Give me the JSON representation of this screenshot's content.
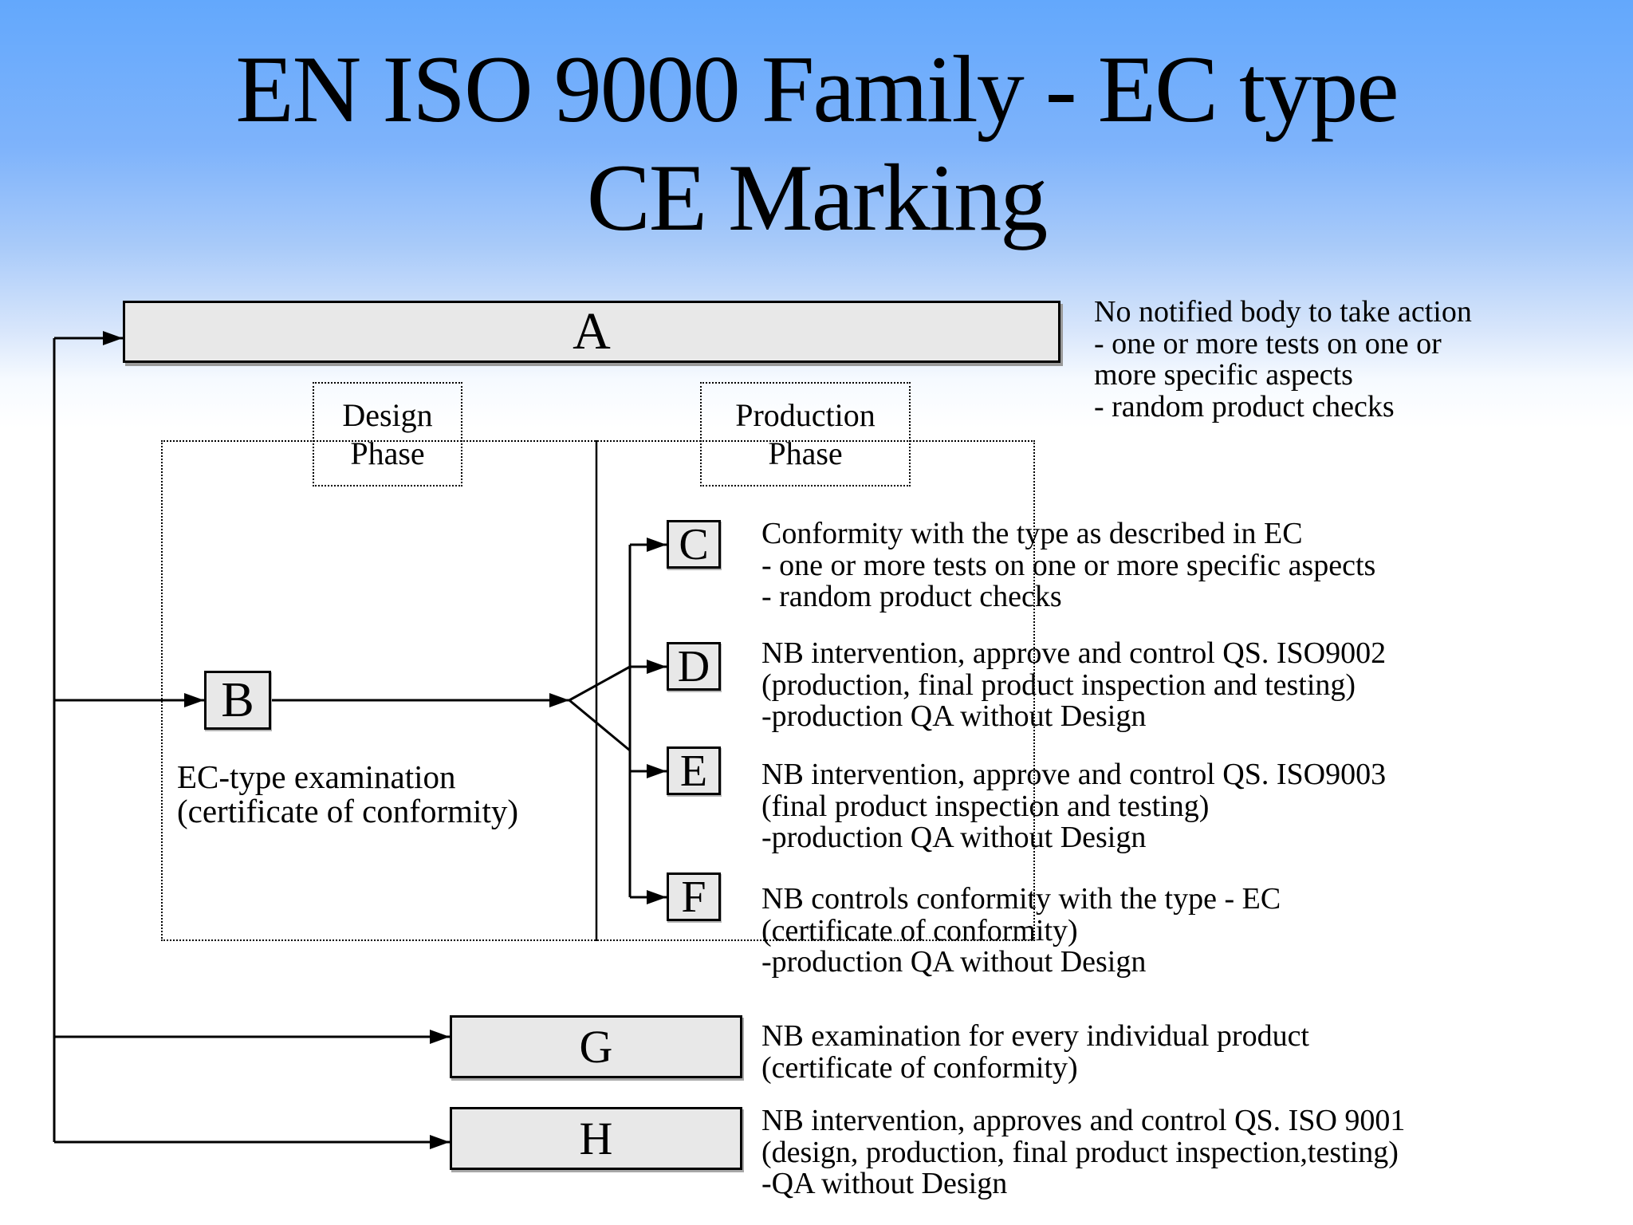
{
  "slide": {
    "title": "EN ISO 9000 Family - EC type\nCE Marking"
  },
  "phases": {
    "design": "Design\nPhase",
    "production": "Production\nPhase"
  },
  "nodes": {
    "a": "A",
    "b": "B",
    "c": "C",
    "d": "D",
    "e": "E",
    "f": "F",
    "g": "G",
    "h": "H"
  },
  "captions": {
    "b": "EC-type examination\n(certificate of conformity)"
  },
  "notes": {
    "a": "No notified body to take action\n- one or more tests on one or\nmore specific aspects\n- random product checks",
    "c": "Conformity with the type as described in EC\n- one or more tests on one or more specific aspects\n- random product checks",
    "d": "NB intervention, approve and control QS. ISO9002\n(production, final product inspection and testing)\n-production QA without Design",
    "e": "NB intervention, approve and control QS. ISO9003\n(final product inspection and testing)\n-production QA without Design",
    "f": "NB controls conformity with the type - EC\n(certificate of conformity)\n-production QA without Design",
    "g": "NB examination for every individual product\n(certificate of conformity)",
    "h": "NB intervention, approves and control QS. ISO 9001\n(design, production, final product inspection,testing)\n-QA without Design"
  },
  "colors": {
    "background_top": "#63a8fc",
    "background_bottom": "#ffffff",
    "node_fill": "#e8e8e8",
    "line": "#000000",
    "text": "#000000"
  }
}
